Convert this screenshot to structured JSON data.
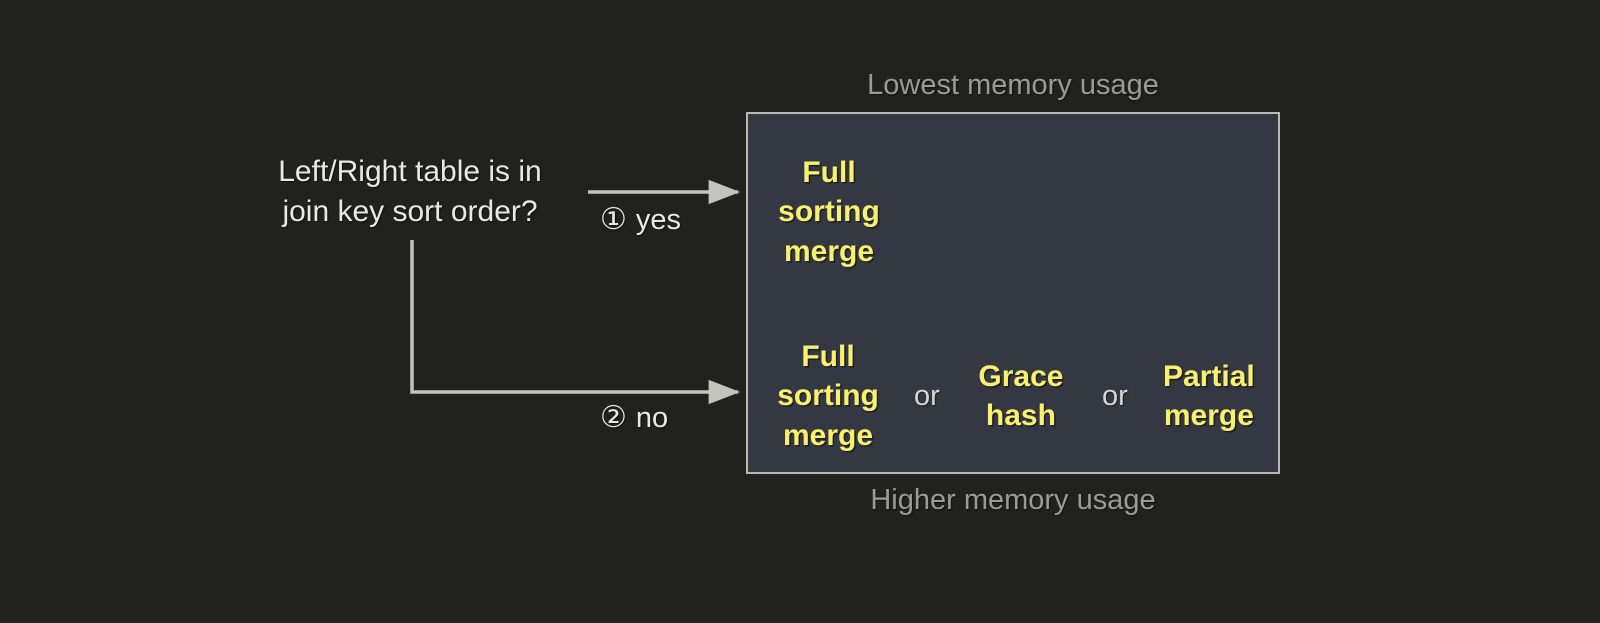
{
  "diagram": {
    "question": {
      "line1": "Left/Right table is in",
      "line2": "join key sort order?"
    },
    "branches": [
      {
        "marker": "①",
        "label": "yes"
      },
      {
        "marker": "②",
        "label": "no"
      }
    ],
    "captions": {
      "top": "Lowest memory usage",
      "bottom": "Higher memory usage"
    },
    "panel": {
      "rows": [
        {
          "name": "sorted-input-options",
          "options": [
            "Full\nsorting\nmerge"
          ],
          "separators": []
        },
        {
          "name": "unsorted-input-options",
          "options": [
            "Full\nsorting\nmerge",
            "Grace\nhash",
            "Partial\nmerge"
          ],
          "separators": [
            "or",
            "or"
          ]
        }
      ]
    },
    "colors": {
      "background": "#21211d",
      "panel_fill": "#343843",
      "panel_border": "#b9b9b4",
      "option_text": "#f9f16e",
      "body_text": "#e8e8e4",
      "caption_text": "#9a9a96",
      "connector": "#c3c3be"
    }
  }
}
